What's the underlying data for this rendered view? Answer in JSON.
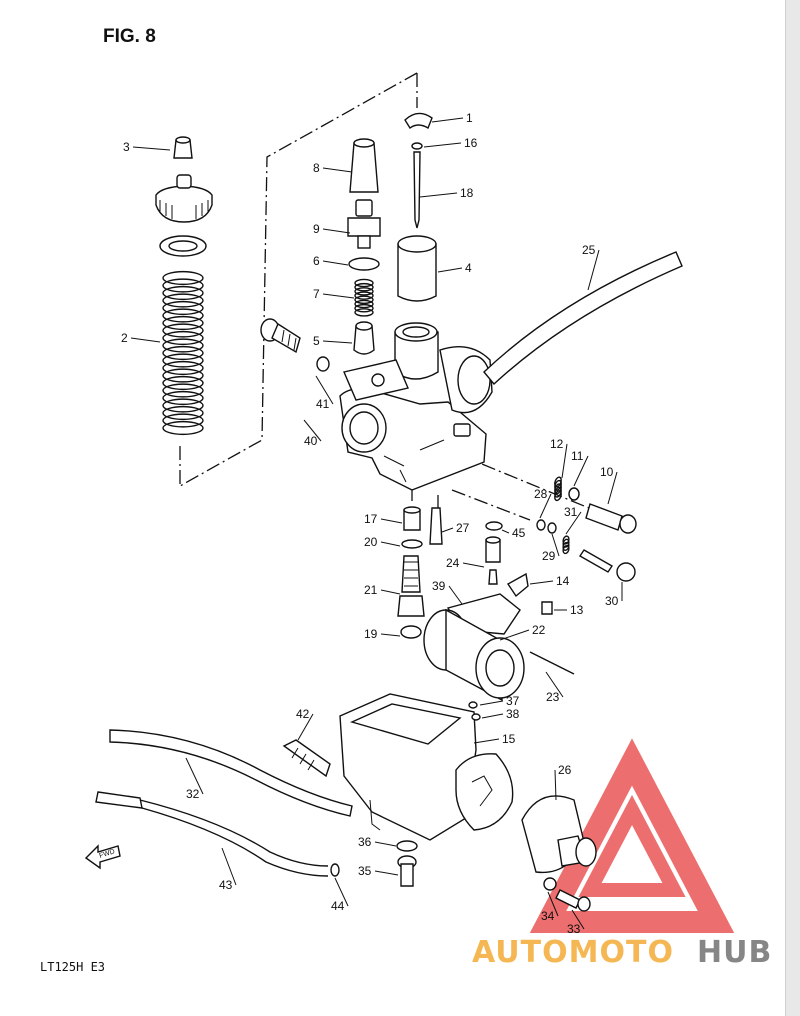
{
  "figure": {
    "title": "FIG. 8",
    "footer_code": "LT125H E3"
  },
  "watermark": {
    "text_a": "AUTOMOTO",
    "text_b": "HUB",
    "color_a": "#f5b041",
    "color_b": "#7a7a7a",
    "logo_color": "#e84a4a"
  },
  "fwd_arrow": {
    "label": "FWD"
  },
  "callouts": [
    {
      "num": "1"
    },
    {
      "num": "16"
    },
    {
      "num": "18"
    },
    {
      "num": "4"
    },
    {
      "num": "3"
    },
    {
      "num": "8"
    },
    {
      "num": "9"
    },
    {
      "num": "6"
    },
    {
      "num": "7"
    },
    {
      "num": "5"
    },
    {
      "num": "2"
    },
    {
      "num": "25"
    },
    {
      "num": "41"
    },
    {
      "num": "40"
    },
    {
      "num": "12"
    },
    {
      "num": "11"
    },
    {
      "num": "10"
    },
    {
      "num": "28"
    },
    {
      "num": "31"
    },
    {
      "num": "29"
    },
    {
      "num": "17"
    },
    {
      "num": "27"
    },
    {
      "num": "45"
    },
    {
      "num": "20"
    },
    {
      "num": "24"
    },
    {
      "num": "14"
    },
    {
      "num": "30"
    },
    {
      "num": "39"
    },
    {
      "num": "13"
    },
    {
      "num": "21"
    },
    {
      "num": "22"
    },
    {
      "num": "19"
    },
    {
      "num": "23"
    },
    {
      "num": "42"
    },
    {
      "num": "37"
    },
    {
      "num": "38"
    },
    {
      "num": "15"
    },
    {
      "num": "26"
    },
    {
      "num": "32"
    },
    {
      "num": "36"
    },
    {
      "num": "35"
    },
    {
      "num": "43"
    },
    {
      "num": "44"
    },
    {
      "num": "34"
    },
    {
      "num": "33"
    }
  ]
}
